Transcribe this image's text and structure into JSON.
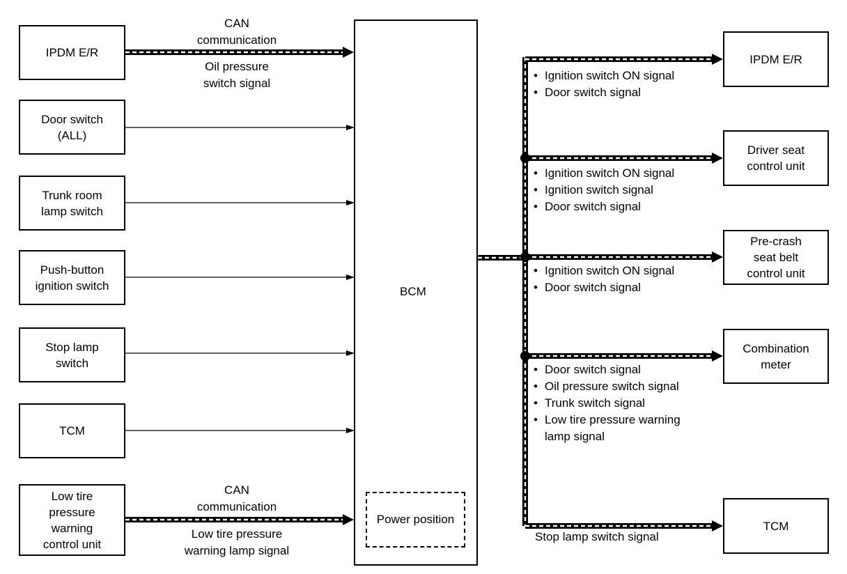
{
  "left_units": [
    {
      "id": "ipdm",
      "label": "IPDM E/R"
    },
    {
      "id": "door",
      "label": "Door switch\n(ALL)"
    },
    {
      "id": "trunk",
      "label": "Trunk room\nlamp switch"
    },
    {
      "id": "push",
      "label": "Push-button\nignition switch"
    },
    {
      "id": "stop",
      "label": "Stop lamp\nswitch"
    },
    {
      "id": "tcm",
      "label": "TCM"
    },
    {
      "id": "tire",
      "label": "Low tire\npressure\nwarning\ncontrol unit"
    }
  ],
  "bcm": {
    "label": "BCM",
    "inner_label": "Power position"
  },
  "left_signals": {
    "ipdm_top": "CAN\ncommunication",
    "ipdm_bottom": "Oil pressure\nswitch signal",
    "tire_top": "CAN\ncommunication",
    "tire_bottom": "Low tire pressure\nwarning lamp signal"
  },
  "right_units": [
    {
      "id": "r_ipdm",
      "label": "IPDM E/R",
      "signals": [
        "Ignition switch ON signal",
        "Door switch signal"
      ]
    },
    {
      "id": "r_driver",
      "label": "Driver seat\ncontrol unit",
      "signals": [
        "Ignition switch ON signal",
        "Ignition switch signal",
        "Door switch signal"
      ]
    },
    {
      "id": "r_precrash",
      "label": "Pre-crash\nseat belt\ncontrol unit",
      "signals": [
        "Ignition switch ON signal",
        "Door switch signal"
      ]
    },
    {
      "id": "r_combo",
      "label": "Combination\nmeter",
      "signals": [
        "Door switch signal",
        "Oil pressure switch signal",
        "Trunk switch signal",
        "Low tire pressure warning"
      ],
      "continuation": "lamp signal"
    },
    {
      "id": "r_tcm",
      "label": "TCM"
    }
  ],
  "tcm_signal": "Stop lamp switch signal"
}
